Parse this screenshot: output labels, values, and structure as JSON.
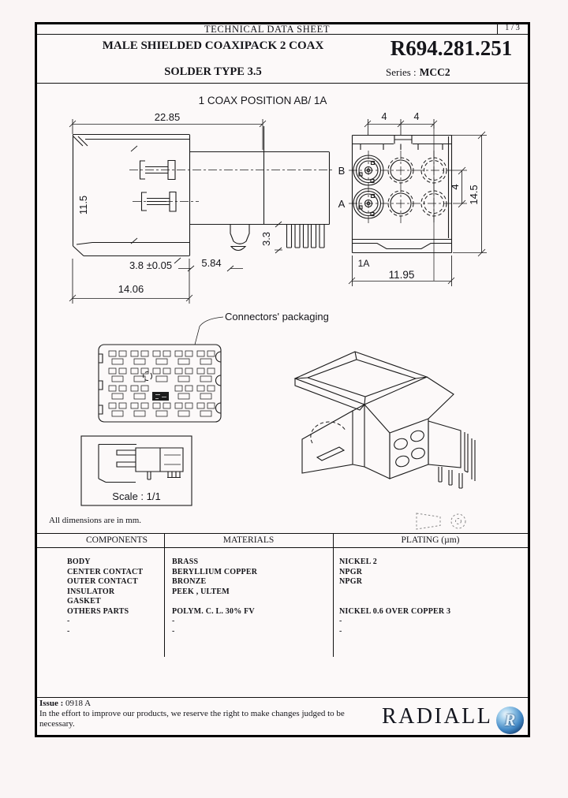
{
  "header": {
    "title": "TECHNICAL DATA SHEET",
    "page_number": "1 / 3"
  },
  "title_block": {
    "product_line1": "MALE SHIELDED COAXIPACK 2 COAX",
    "product_line2": "SOLDER TYPE 3.5",
    "part_number": "R694.281.251",
    "series_label": "Series :",
    "series_value": "MCC2"
  },
  "drawing": {
    "view_title": "1 COAX POSITION AB/ 1A",
    "dims": {
      "side_width": "22.85",
      "side_height": "11.5",
      "foot_height": "3.8 ±0.05",
      "latch_offset": "5.84",
      "foot_width": "14.06",
      "tail_length": "3.3",
      "pitch_left": "4",
      "pitch_right": "4",
      "row_pitch": "4",
      "front_height": "14.5",
      "front_width": "11.95"
    },
    "row_labels": {
      "top": "B",
      "bottom": "A"
    },
    "position_label": "1A",
    "packaging_label": "Connectors' packaging",
    "scale_label": "Scale : 1/1",
    "units_note": "All dimensions are in mm."
  },
  "table": {
    "headers": [
      "COMPONENTS",
      "MATERIALS",
      "PLATING (µm)"
    ],
    "rows": [
      [
        "BODY",
        "BRASS",
        "NICKEL 2"
      ],
      [
        "CENTER CONTACT",
        "BERYLLIUM COPPER",
        "NPGR"
      ],
      [
        "OUTER CONTACT",
        "BRONZE",
        "NPGR"
      ],
      [
        "INSULATOR",
        "PEEK , ULTEM",
        ""
      ],
      [
        "GASKET",
        "",
        ""
      ],
      [
        "OTHERS PARTS",
        "POLYM. C. L. 30% FV",
        "NICKEL 0.6 OVER COPPER 3"
      ],
      [
        "-",
        "-",
        "-"
      ],
      [
        "-",
        "-",
        "-"
      ]
    ]
  },
  "footer": {
    "issue_label": "Issue :",
    "issue_value": "0918 A",
    "disclaimer_line1": "In the effort to improve our products, we reserve the right to make changes judged to be",
    "disclaimer_line2": "necessary.",
    "brand": "RADIALL",
    "brand_ball_letter": "R"
  },
  "colors": {
    "line": "#1b1b1b",
    "brand_blue": "#3f86c4",
    "page_bg": "#fcf9f9"
  }
}
